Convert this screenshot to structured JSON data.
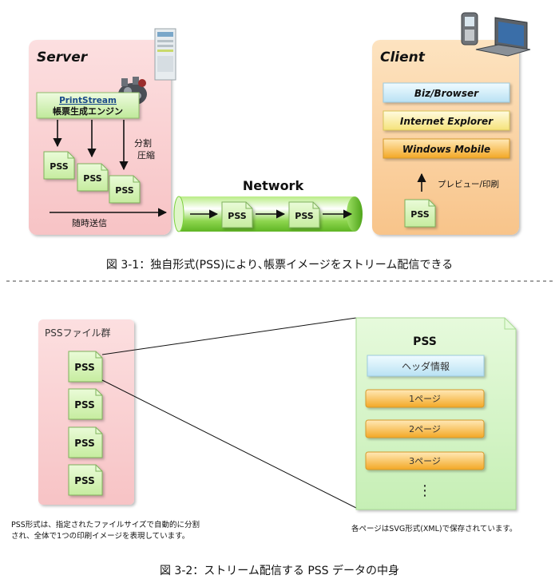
{
  "fig1": {
    "server": {
      "title": "Server",
      "engine_line1": "PrintStream",
      "engine_line2": "帳票生成エンジン",
      "split_label_1": "分割",
      "split_label_2": "圧縮",
      "sequential_label": "随時送信",
      "pss": [
        "PSS",
        "PSS",
        "PSS"
      ]
    },
    "network": {
      "title": "Network",
      "pss": [
        "PSS",
        "PSS"
      ]
    },
    "client": {
      "title": "Client",
      "apps": [
        "Biz/Browser",
        "Internet Explorer",
        "Windows Mobile"
      ],
      "preview_label": "プレビュー/印刷",
      "pss": "PSS"
    },
    "caption": "図 3-1：独自形式(PSS)により､帳票イメージをストリーム配信できる"
  },
  "fig2": {
    "group_label": "PSSファイル群",
    "files": [
      "PSS",
      "PSS",
      "PSS",
      "PSS"
    ],
    "left_note_1": "PSS形式は、指定されたファイルサイズで自動的に分割",
    "left_note_2": "され、全体で1つの印刷イメージを表現しています。",
    "doc": {
      "title": "PSS",
      "header": "ヘッダ情報",
      "pages": [
        "1ページ",
        "2ページ",
        "3ページ"
      ],
      "ellipsis": "⋮"
    },
    "right_note": "各ページはSVG形式(XML)で保存されています。",
    "caption": "図 3-2：ストリーム配信する PSS データの中身"
  },
  "colors": {
    "server_bg": "#fbd3d4",
    "client_bg": "#fbd6a8",
    "pss_bg": "#d8f3b6",
    "doc_bg": "#d9f7cf",
    "network_green": "#7bd13b",
    "page_orange": "#f6b637",
    "header_blue": "#cfe9f7"
  }
}
